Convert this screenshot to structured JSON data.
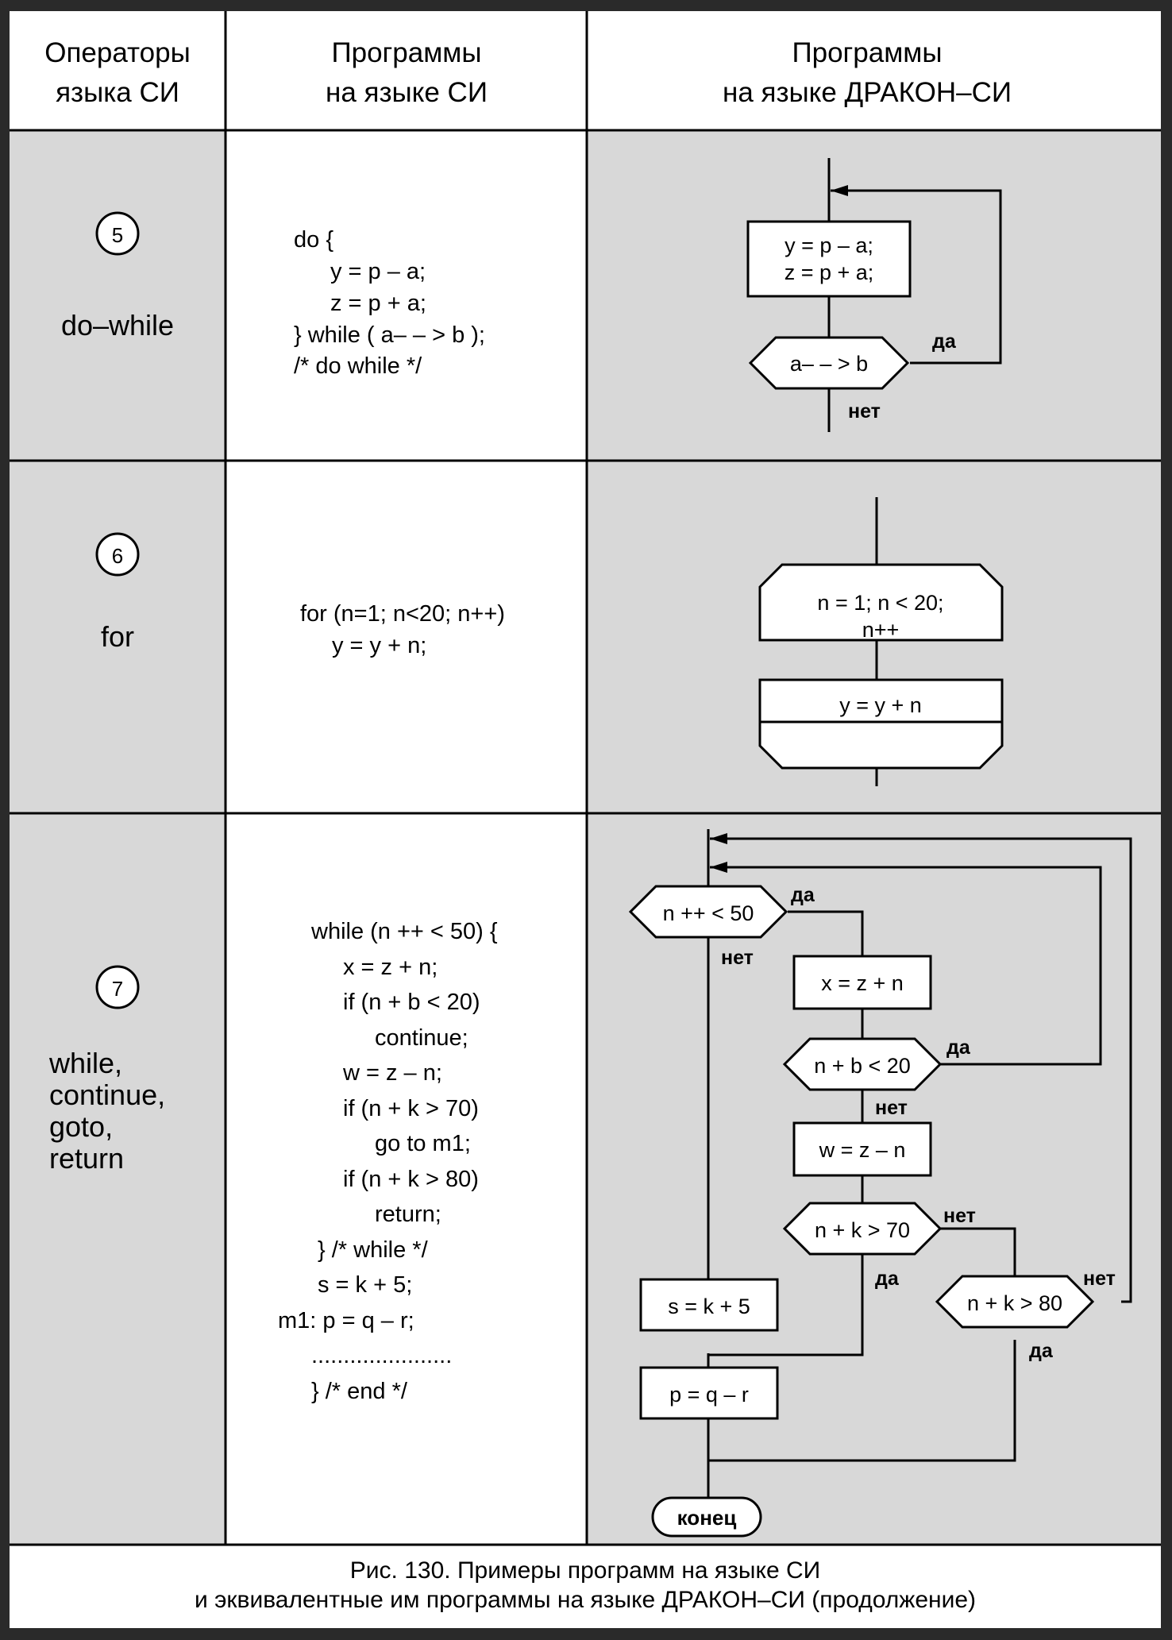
{
  "table": {
    "headers": [
      "Операторы языка СИ",
      "Программы на языке СИ",
      "Программы на языке ДРАКОН–СИ"
    ],
    "rows": [
      {
        "number": "5",
        "operator": "do–while",
        "code": [
          "do {",
          "y = p – a;",
          "z = p + a;",
          "}  while ( a– – > b );",
          "/*  do while  */"
        ],
        "diagram": {
          "action_lines": [
            "y = p – a;",
            "z = p + a;"
          ],
          "condition": "a– – > b",
          "yes": "да",
          "no": "нет"
        }
      },
      {
        "number": "6",
        "operator": "for",
        "code": [
          "for (n=1; n<20; n++)",
          "y = y + n;"
        ],
        "diagram": {
          "loop_lines": [
            "n = 1; n < 20;",
            "n++"
          ],
          "action": "y = y + n"
        }
      },
      {
        "number": "7",
        "operator_lines": [
          "while,",
          "continue,",
          "goto,",
          "return"
        ],
        "code": [
          "while (n ++ < 50) {",
          "x = z + n;",
          "if (n + b < 20)",
          "continue;",
          "w = z – n;",
          "if (n + k > 70)",
          "go to m1;",
          "if (n + k > 80)",
          "return;",
          "} /* while */",
          "s = k + 5;",
          "m1:  p = q – r;",
          "......................",
          "} /* end */"
        ],
        "diagram": {
          "cond_main": "n ++ < 50",
          "act_x": "x = z + n",
          "cond_b": "n + b < 20",
          "act_w": "w = z – n",
          "cond_k70": "n + k > 70",
          "cond_k80": "n + k > 80",
          "act_s": "s = k + 5",
          "act_p": "p = q – r",
          "end": "конец",
          "yes": "да",
          "no": "нет"
        }
      }
    ]
  },
  "caption": {
    "line1": "Рис. 130. Примеры программ на языке СИ",
    "line2": "и эквивалентные им программы на языке ДРАКОН–СИ (продолжение)"
  }
}
